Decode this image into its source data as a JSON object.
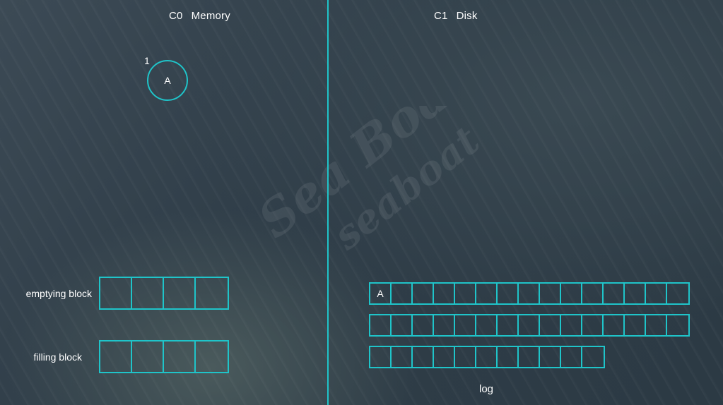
{
  "memory": {
    "code": "C0",
    "name": "Memory"
  },
  "disk": {
    "code": "C1",
    "name": "Disk"
  },
  "memory_node": {
    "index": "1",
    "label": "A"
  },
  "emptying_block": {
    "label": "emptying block",
    "cells": [
      "",
      "",
      "",
      ""
    ]
  },
  "filling_block": {
    "label": "filling block",
    "cells": [
      "",
      "",
      "",
      ""
    ]
  },
  "log": {
    "label": "log",
    "rows": [
      [
        "A",
        "",
        "",
        "",
        "",
        "",
        "",
        "",
        "",
        "",
        "",
        "",
        "",
        "",
        ""
      ],
      [
        "",
        "",
        "",
        "",
        "",
        "",
        "",
        "",
        "",
        "",
        "",
        "",
        "",
        "",
        ""
      ],
      [
        "",
        "",
        "",
        "",
        "",
        "",
        "",
        "",
        "",
        "",
        ""
      ]
    ]
  },
  "watermark": {
    "line1": "Sea Boat",
    "line2": "seaboat"
  },
  "colors": {
    "accent": "#1fc4c9",
    "text": "#ffffff"
  }
}
